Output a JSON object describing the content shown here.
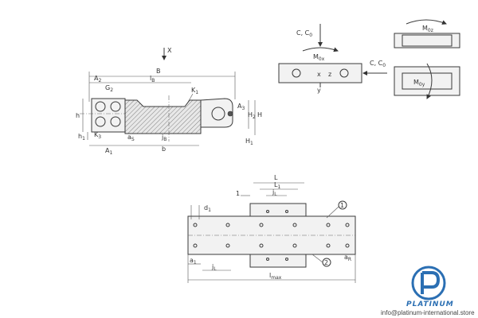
{
  "labels": {
    "x": "X",
    "B": "B",
    "A2": "A",
    "A2_sub": "2",
    "lB": "l",
    "lB_sub": "B",
    "K1": "K",
    "K1_sub": "1",
    "G2": "G",
    "G2_sub": "2",
    "h": "h",
    "h1": "h",
    "h1_sub": "1",
    "K3": "K",
    "K3_sub": "3",
    "A1": "A",
    "A1_sub": "1",
    "aS": "a",
    "aS_sub": "S",
    "jB": "j",
    "jB_sub": "B",
    "b": "b",
    "A3": "A",
    "A3_sub": "3",
    "H2": "H",
    "H2_sub": "2",
    "H": "H",
    "H1": "H",
    "H1_sub": "1",
    "C_C0_top": "C, C",
    "C_C0_top_sub": "0",
    "M0x": "M",
    "M0x_sub": "0x",
    "z": "z",
    "x2": "x",
    "y": "y",
    "C_C0_right": "C, C",
    "C_C0_right_sub": "0",
    "M0z": "M",
    "M0z_sub": "0z",
    "M0y": "M",
    "M0y_sub": "0y",
    "L": "L",
    "L1": "L",
    "L1_sub": "1",
    "jL_top": "j",
    "jL_top_sub": "L",
    "one_dim": "1",
    "d1": "d",
    "d1_sub": "1",
    "a1": "a",
    "a1_sub": "1",
    "jL_bottom": "j",
    "jL_bottom_sub": "L",
    "lmax": "l",
    "lmax_sub": "max",
    "aR": "a",
    "aR_sub": "R",
    "callout1": "1",
    "callout2": "2"
  },
  "brand": {
    "name": "PLATINUM",
    "email": "info@platinum-international.store"
  }
}
